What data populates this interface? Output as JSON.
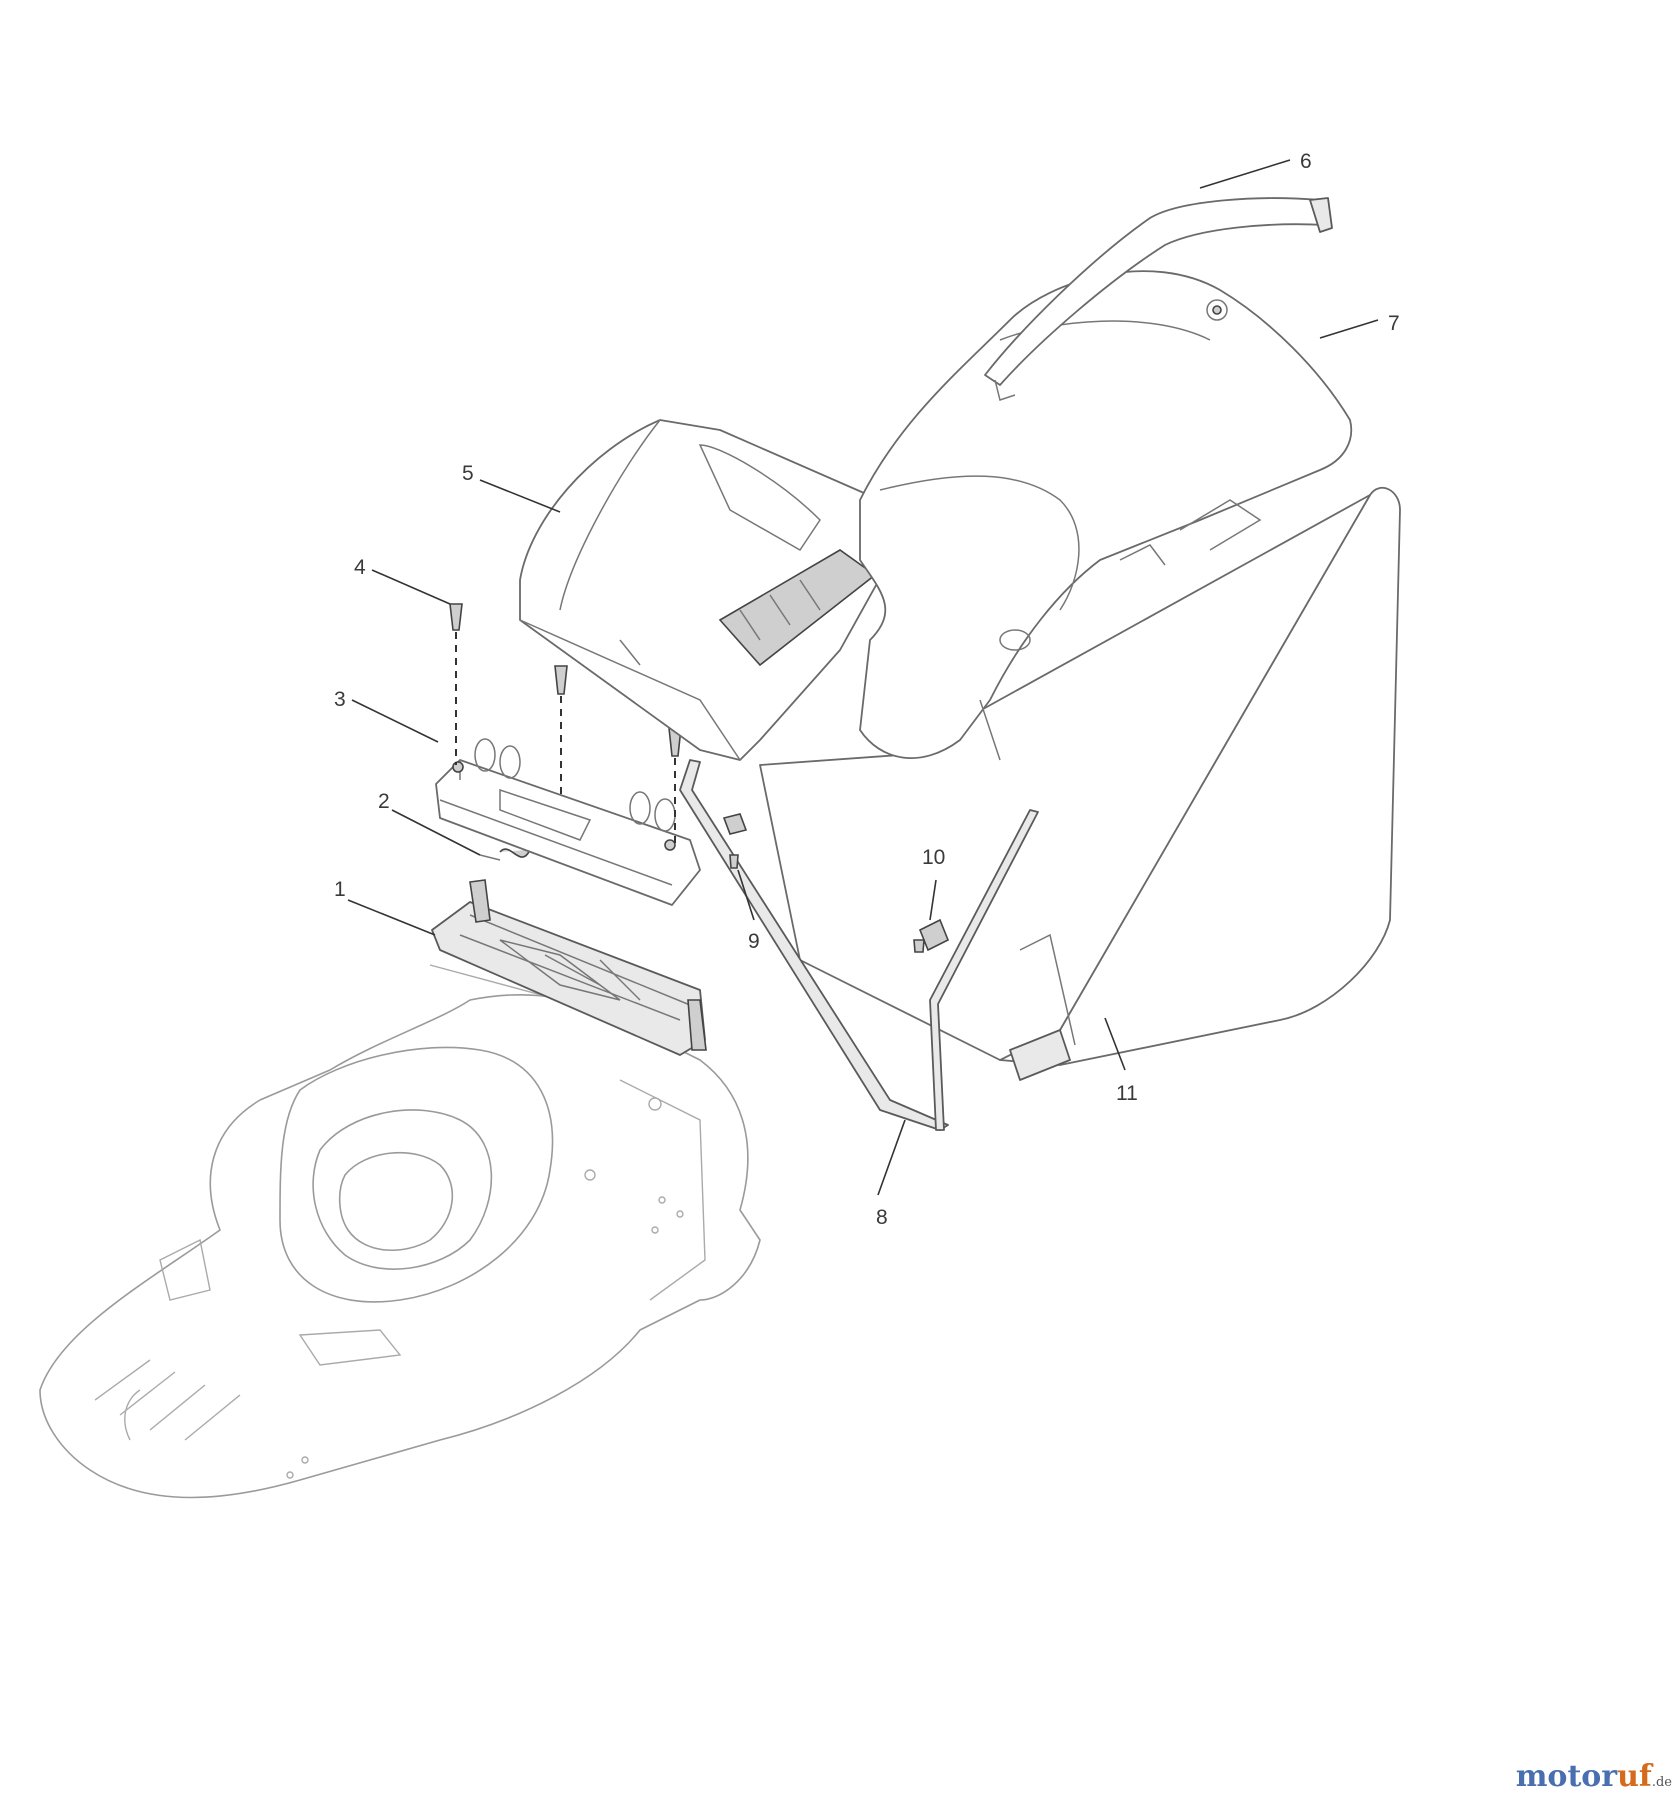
{
  "callouts": [
    {
      "id": "1",
      "label": "1"
    },
    {
      "id": "2",
      "label": "2"
    },
    {
      "id": "3",
      "label": "3"
    },
    {
      "id": "4",
      "label": "4"
    },
    {
      "id": "5",
      "label": "5"
    },
    {
      "id": "6",
      "label": "6"
    },
    {
      "id": "7",
      "label": "7"
    },
    {
      "id": "8",
      "label": "8"
    },
    {
      "id": "9",
      "label": "9"
    },
    {
      "id": "10",
      "label": "10"
    },
    {
      "id": "11",
      "label": "11"
    }
  ],
  "watermark": {
    "main": "motor",
    "accent": "uf",
    "tld": ".de"
  }
}
